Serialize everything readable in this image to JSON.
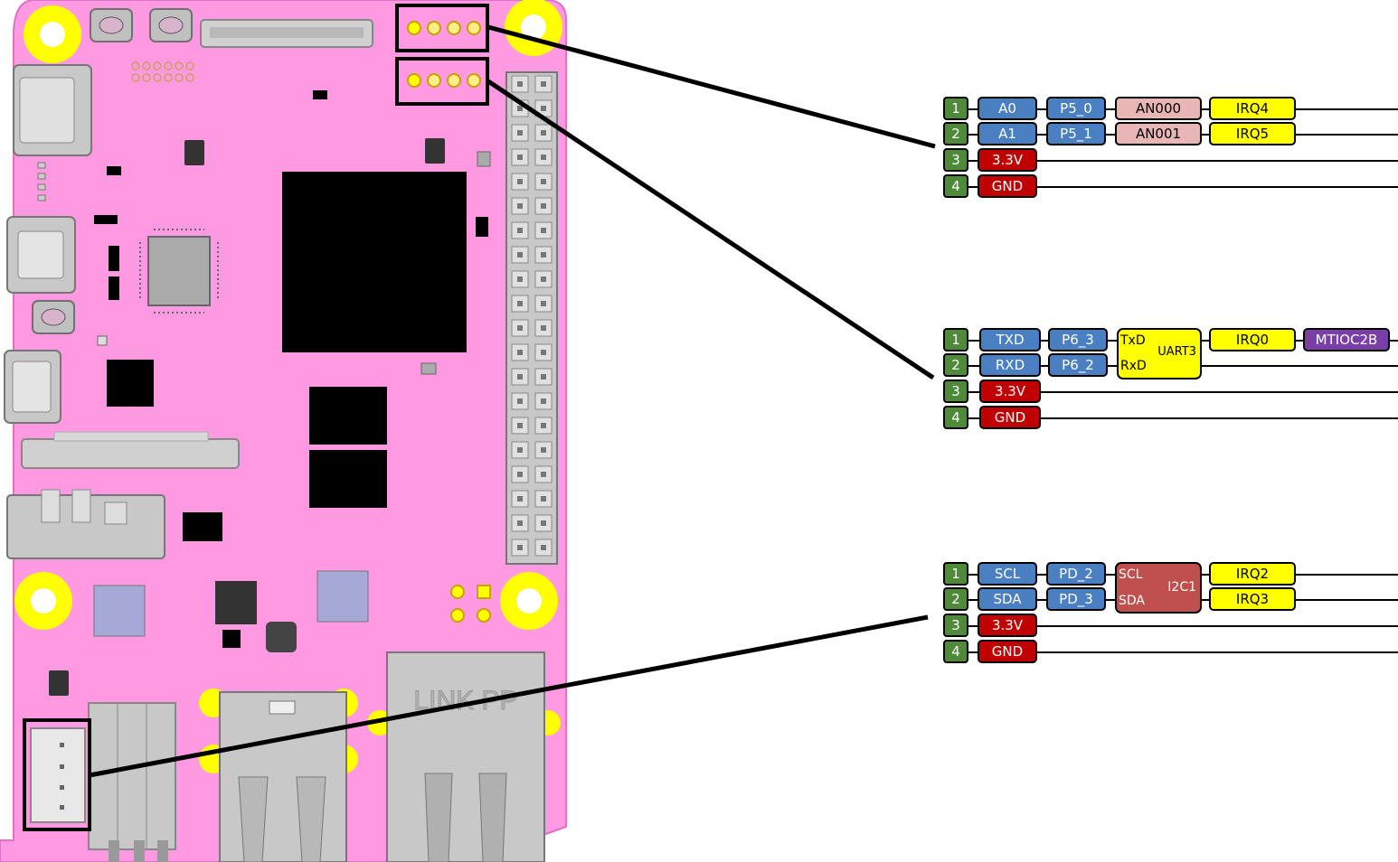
{
  "colors": {
    "board": "#ff99e1",
    "pin_number": "#4e8a3a",
    "arduino_name": "#4a7fc2",
    "analog": "#e8b6b4",
    "irq": "#ffff00",
    "power": "#c00000",
    "timer": "#7a3fa6",
    "i2c_block": "#c0504d"
  },
  "board": {
    "connector_text": "LINK PP"
  },
  "headers": [
    {
      "id": "analog",
      "rows": [
        {
          "num": "1",
          "name": "A0",
          "port": "P5_0",
          "analog": "AN000",
          "irq": "IRQ4"
        },
        {
          "num": "2",
          "name": "A1",
          "port": "P5_1",
          "analog": "AN001",
          "irq": "IRQ5"
        },
        {
          "num": "3",
          "name": "3.3V"
        },
        {
          "num": "4",
          "name": "GND"
        }
      ]
    },
    {
      "id": "uart",
      "block": {
        "label": "UART3",
        "sig1": "TxD",
        "sig2": "RxD"
      },
      "rows": [
        {
          "num": "1",
          "name": "TXD",
          "port": "P6_3",
          "irq": "IRQ0",
          "timer": "MTIOC2B"
        },
        {
          "num": "2",
          "name": "RXD",
          "port": "P6_2"
        },
        {
          "num": "3",
          "name": "3.3V"
        },
        {
          "num": "4",
          "name": "GND"
        }
      ]
    },
    {
      "id": "i2c",
      "block": {
        "label": "I2C1",
        "sig1": "SCL",
        "sig2": "SDA"
      },
      "rows": [
        {
          "num": "1",
          "name": "SCL",
          "port": "PD_2",
          "irq": "IRQ2"
        },
        {
          "num": "2",
          "name": "SDA",
          "port": "PD_3",
          "irq": "IRQ3"
        },
        {
          "num": "3",
          "name": "3.3V"
        },
        {
          "num": "4",
          "name": "GND"
        }
      ]
    }
  ]
}
